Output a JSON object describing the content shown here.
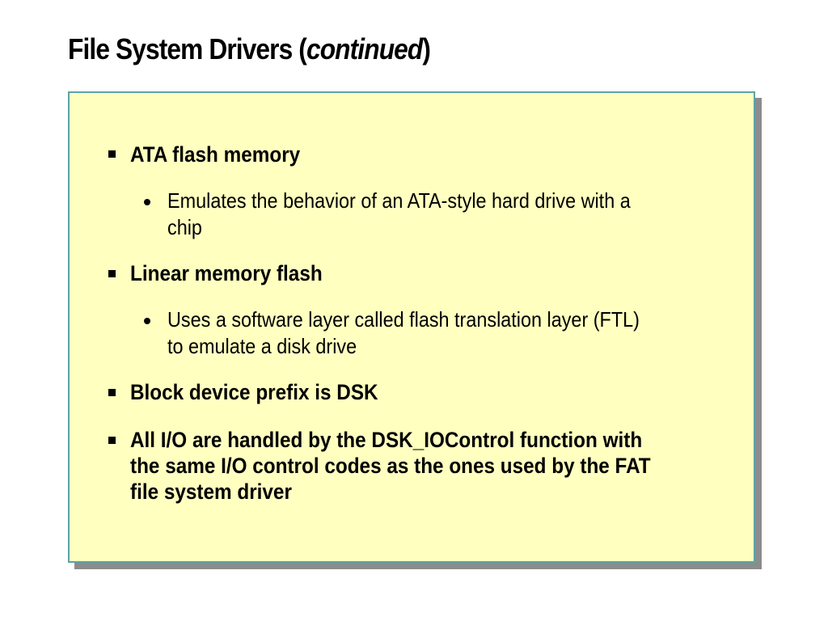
{
  "title": {
    "main": "File System Drivers (",
    "italic": "continued",
    "close": ")"
  },
  "bullets": [
    {
      "text": "ATA flash memory",
      "sub": [
        {
          "lines": [
            "Emulates the behavior of an ATA-style hard drive with a",
            "chip"
          ]
        }
      ]
    },
    {
      "text": "Linear memory flash",
      "sub": [
        {
          "lines": [
            "Uses a software layer called flash translation layer (FTL)",
            "to emulate a disk drive"
          ]
        }
      ]
    },
    {
      "text": "Block device prefix is DSK",
      "sub": []
    },
    {
      "lines": [
        "All I/O are handled by the DSK_IOControl function with",
        "the same I/O control codes as the ones used by the FAT",
        "file system driver"
      ],
      "sub": []
    }
  ]
}
